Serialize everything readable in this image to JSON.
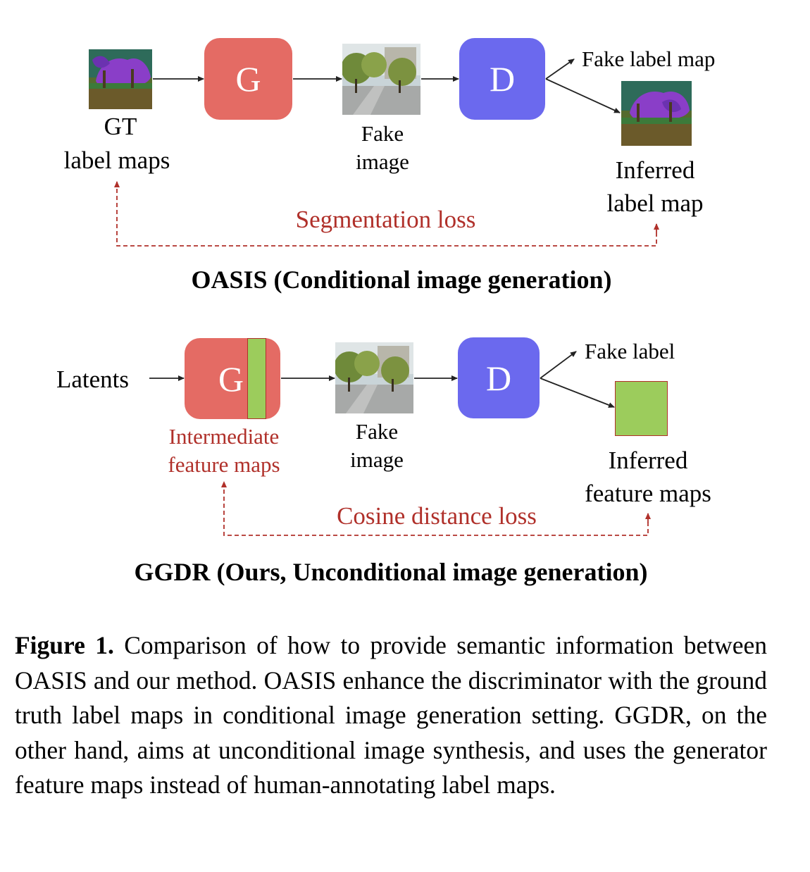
{
  "oasis": {
    "gt_label": "GT",
    "gt_label_line2": "label maps",
    "generator": "G",
    "fake_image_line1": "Fake",
    "fake_image_line2": "image",
    "discriminator": "D",
    "fake_label_map": "Fake label map",
    "inferred_line1": "Inferred",
    "inferred_line2": "label map",
    "loss": "Segmentation loss",
    "title": "OASIS (Conditional image generation)"
  },
  "ggdr": {
    "latents": "Latents",
    "generator": "G",
    "intermediate_line1": "Intermediate",
    "intermediate_line2": "feature maps",
    "fake_image_line1": "Fake",
    "fake_image_line2": "image",
    "discriminator": "D",
    "fake_label": "Fake label",
    "inferred_line1": "Inferred",
    "inferred_line2": "feature maps",
    "loss": "Cosine distance loss",
    "title": "GGDR (Ours, Unconditional image generation)"
  },
  "caption": {
    "label": "Figure 1.",
    "text": " Comparison of how to provide semantic information between OASIS and our method. OASIS enhance the discriminator with the ground truth label maps in conditional image generation setting. GGDR, on the other hand, aims at unconditional image synthesis, and uses the generator feature maps instead of human-annotating label maps."
  },
  "colors": {
    "generator": "#e46b64",
    "discriminator": "#6b69ee",
    "loss": "#b0302a",
    "feature": "#9ccc5c"
  }
}
